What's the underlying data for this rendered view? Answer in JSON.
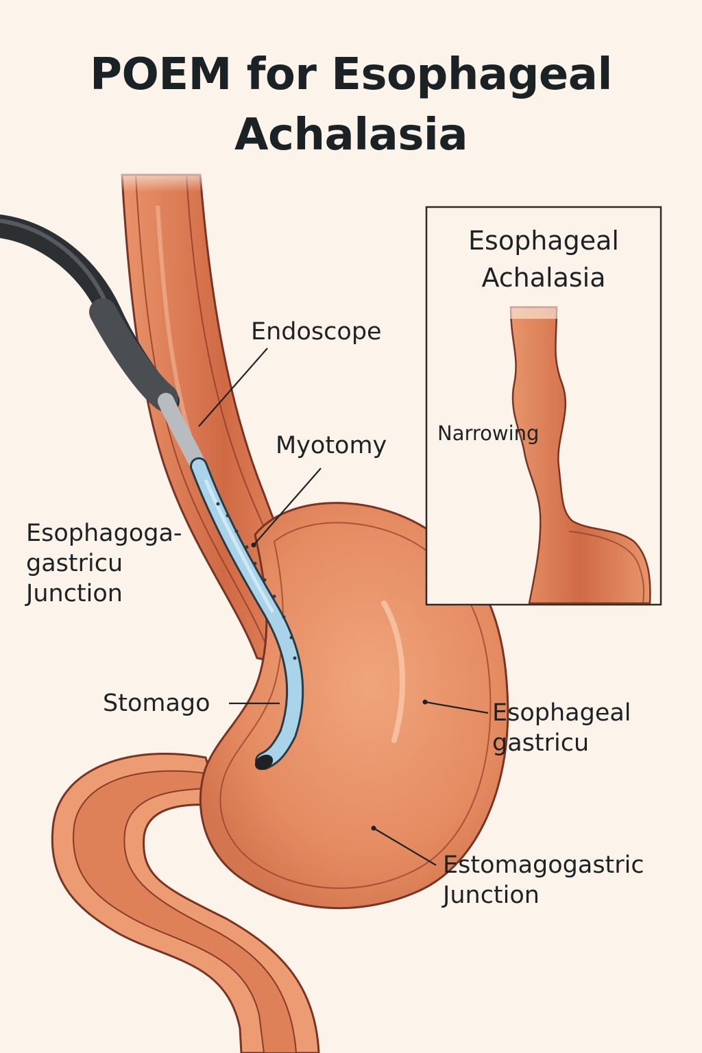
{
  "title": {
    "line1": "POEM for Esophageal",
    "line2": "Achalasia"
  },
  "labels": {
    "endoscope": "Endoscope",
    "myotomy": "Myotomy",
    "egj": [
      "Esophagoga-",
      "gastricu",
      "Junction"
    ],
    "stomago": "Stomago",
    "esophageal_gastricu": [
      "Esophageal",
      "gastricu"
    ],
    "estomagogastric": [
      "Estomagogastric",
      "Junction"
    ]
  },
  "inset": {
    "title": [
      "Esophageal",
      "Achalasia"
    ],
    "narrowing": "Narrowing"
  },
  "colors": {
    "background": "#fcf3ea",
    "tissue": "#e0875f",
    "tissue_light": "#f2b089",
    "tissue_dark": "#b65236",
    "outline": "#7a3322",
    "endoscope_sheath": "#a8d3e8",
    "endoscope_cable": "#3d4043"
  }
}
